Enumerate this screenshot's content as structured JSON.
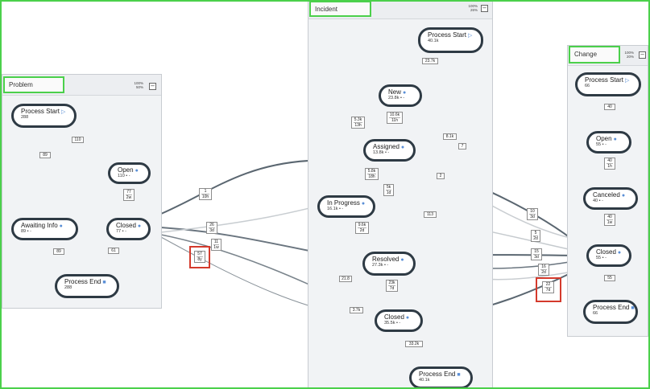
{
  "panels": {
    "problem": {
      "title": "Problem",
      "zoom_top": "100%",
      "zoom_bottom": "50%"
    },
    "incident": {
      "title": "Incident",
      "zoom_top": "100%",
      "zoom_bottom": "26%"
    },
    "change": {
      "title": "Change",
      "zoom_top": "100%",
      "zoom_bottom": "20%"
    }
  },
  "minimize_glyph": "–",
  "icons": {
    "start": "▷",
    "end": "■",
    "status": "●"
  },
  "nodes": {
    "p_start": {
      "label": "Process Start",
      "count": "288"
    },
    "p_open": {
      "label": "Open",
      "count": "110 • -"
    },
    "p_awaiting": {
      "label": "Awaiting Info",
      "count": "89 • -"
    },
    "p_closed": {
      "label": "Closed",
      "count": "77 • -"
    },
    "p_end": {
      "label": "Process End",
      "count": "288"
    },
    "i_start": {
      "label": "Process Start",
      "count": "40.1k"
    },
    "i_new": {
      "label": "New",
      "count": "23.8k • -"
    },
    "i_assigned": {
      "label": "Assigned",
      "count": "13.8k • -"
    },
    "i_inprogress": {
      "label": "In Progress",
      "count": "16.1k • -"
    },
    "i_resolved": {
      "label": "Resolved",
      "count": "27.3k • -"
    },
    "i_closed": {
      "label": "Closed",
      "count": "35.5k • -"
    },
    "i_end": {
      "label": "Process End",
      "count": "40.1k"
    },
    "c_start": {
      "label": "Process Start",
      "count": "66"
    },
    "c_open": {
      "label": "Open",
      "count": "55 • -"
    },
    "c_canceled": {
      "label": "Canceled",
      "count": "40 • -"
    },
    "c_closed": {
      "label": "Closed",
      "count": "55 • -"
    },
    "c_end": {
      "label": "Process End",
      "count": "66"
    }
  },
  "edge_labels": {
    "p1": [
      "89"
    ],
    "p2": [
      "110"
    ],
    "p3": [
      "77",
      "2w"
    ],
    "p4": [
      "89"
    ],
    "p5": [
      "61"
    ],
    "x1": [
      "1",
      "10h"
    ],
    "x2": [
      "26",
      "3d"
    ],
    "x3": [
      "11",
      "1w"
    ],
    "x4": [
      "57",
      "8y"
    ],
    "i1": [
      "23.7k"
    ],
    "i2": [
      "5.3k",
      "13h"
    ],
    "i3": [
      "10.6k",
      "11h"
    ],
    "i4": [
      "8.1k"
    ],
    "i5": [
      "7"
    ],
    "i6": [
      "5.8k",
      "18h"
    ],
    "i7": [
      "5k",
      "1d"
    ],
    "i8": [
      "2"
    ],
    "i9": [
      "113"
    ],
    "i10": [
      "9.6k",
      "2d"
    ],
    "i11": [
      "21.8"
    ],
    "i12": [
      "23k",
      "7d"
    ],
    "i13": [
      "3.7k"
    ],
    "i14": [
      "33.2k"
    ],
    "y1": [
      "10",
      "3d"
    ],
    "y2": [
      "5",
      "2d"
    ],
    "y3": [
      "15",
      "3d"
    ],
    "y4": [
      "16",
      "2d"
    ],
    "y5": [
      "22",
      "7d"
    ],
    "c1": [
      "40"
    ],
    "c2": [
      "40",
      "1h"
    ],
    "c3": [
      "40",
      "1w"
    ],
    "c4": [
      "55"
    ]
  }
}
